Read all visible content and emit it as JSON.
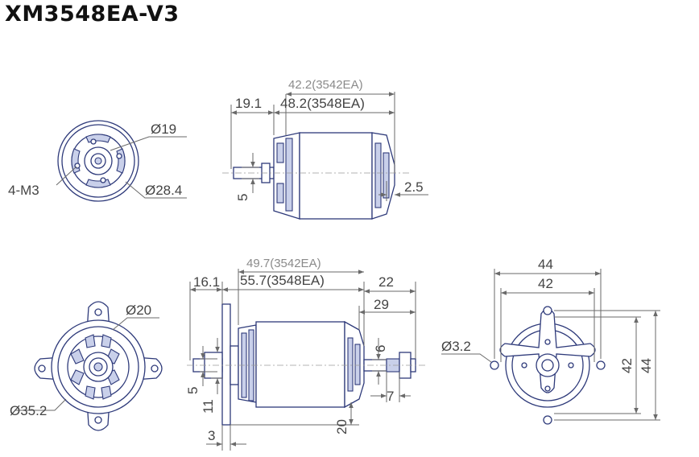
{
  "title": "XM3548EA-V3",
  "top_front": {
    "d1": "Ø19",
    "d2": "Ø28.4",
    "mount": "4-M3"
  },
  "top_side": {
    "len_3542": "42.2(3542EA)",
    "len_3548": "48.2(3548EA)",
    "shaft": "19.1",
    "shaft_d": "5",
    "offset": "2.5"
  },
  "bottom_front": {
    "d1": "Ø20",
    "d2": "Ø35.2"
  },
  "bottom_side": {
    "len_3542": "49.7(3542EA)",
    "len_3548": "55.7(3548EA)",
    "shaft": "16.1",
    "d22": "22",
    "d29": "29",
    "d6": "6",
    "d7": "7",
    "d5": "5",
    "d11": "11",
    "d20": "20",
    "d3": "3"
  },
  "bottom_rear": {
    "w44": "44",
    "w42": "42",
    "h42": "42",
    "h44": "44",
    "hole": "Ø3.2"
  }
}
